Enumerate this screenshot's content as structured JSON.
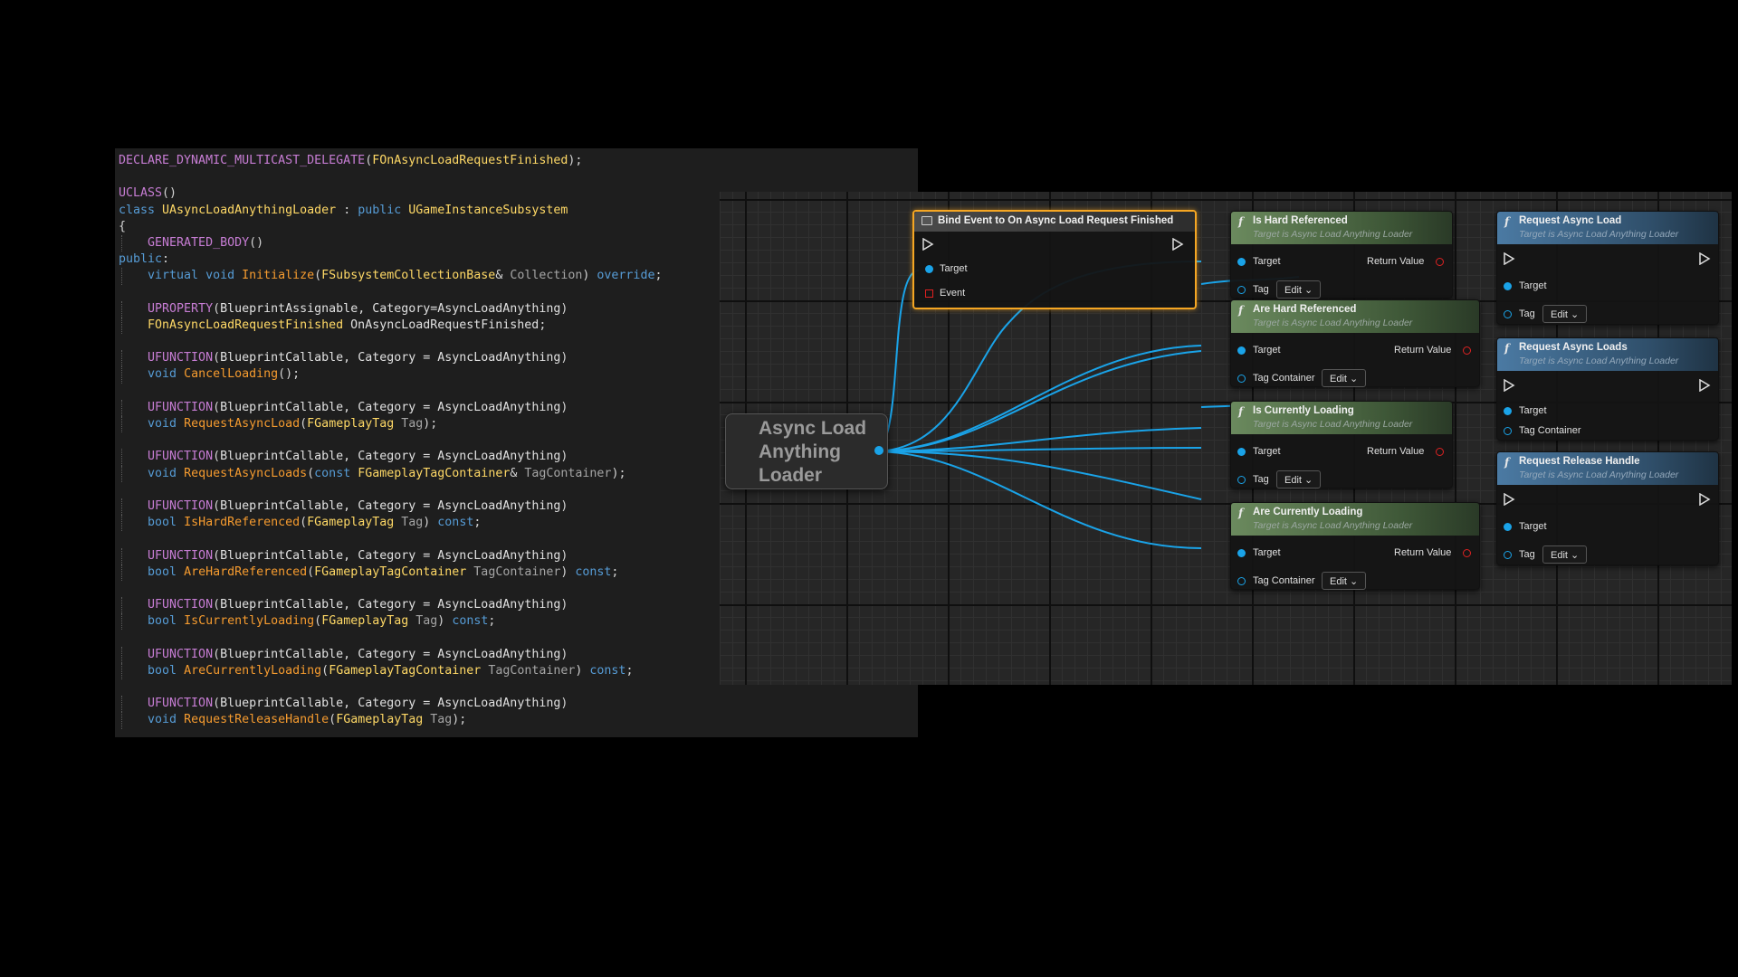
{
  "code": {
    "lines": [
      [
        {
          "t": "DECLARE_DYNAMIC_MULTICAST_DELEGATE",
          "c": "macro"
        },
        {
          "t": "(",
          "c": "punc"
        },
        {
          "t": "FOnAsyncLoadRequestFinished",
          "c": "type"
        },
        {
          "t": ");",
          "c": "punc"
        }
      ],
      [],
      [
        {
          "t": "UCLASS",
          "c": "macro"
        },
        {
          "t": "()",
          "c": "punc"
        }
      ],
      [
        {
          "t": "class ",
          "c": "kw"
        },
        {
          "t": "UAsyncLoadAnythingLoader",
          "c": "type"
        },
        {
          "t": " : ",
          "c": "punc"
        },
        {
          "t": "public ",
          "c": "kw"
        },
        {
          "t": "UGameInstanceSubsystem",
          "c": "type"
        }
      ],
      [
        {
          "t": "{",
          "c": "punc"
        }
      ],
      [
        {
          "t": "    GENERATED_BODY",
          "c": "macro"
        },
        {
          "t": "()",
          "c": "punc"
        }
      ],
      [
        {
          "t": "public",
          "c": "kw"
        },
        {
          "t": ":",
          "c": "punc"
        }
      ],
      [
        {
          "t": "    virtual void ",
          "c": "kw"
        },
        {
          "t": "Initialize",
          "c": "fn"
        },
        {
          "t": "(",
          "c": "punc"
        },
        {
          "t": "FSubsystemCollectionBase",
          "c": "type"
        },
        {
          "t": "& ",
          "c": "punc"
        },
        {
          "t": "Collection",
          "c": "param"
        },
        {
          "t": ") ",
          "c": "punc"
        },
        {
          "t": "override",
          "c": "kw"
        },
        {
          "t": ";",
          "c": "punc"
        }
      ],
      [],
      [
        {
          "t": "    UPROPERTY",
          "c": "macro"
        },
        {
          "t": "(",
          "c": "punc"
        },
        {
          "t": "BlueprintAssignable, Category=AsyncLoadAnything",
          "c": "arg"
        },
        {
          "t": ")",
          "c": "punc"
        }
      ],
      [
        {
          "t": "    FOnAsyncLoadRequestFinished",
          "c": "type"
        },
        {
          "t": " OnAsyncLoadRequestFinished",
          "c": "arg"
        },
        {
          "t": ";",
          "c": "punc"
        }
      ],
      [],
      [
        {
          "t": "    UFUNCTION",
          "c": "macro"
        },
        {
          "t": "(",
          "c": "punc"
        },
        {
          "t": "BlueprintCallable, Category = AsyncLoadAnything",
          "c": "arg"
        },
        {
          "t": ")",
          "c": "punc"
        }
      ],
      [
        {
          "t": "    void ",
          "c": "kw"
        },
        {
          "t": "CancelLoading",
          "c": "fn"
        },
        {
          "t": "();",
          "c": "punc"
        }
      ],
      [],
      [
        {
          "t": "    UFUNCTION",
          "c": "macro"
        },
        {
          "t": "(",
          "c": "punc"
        },
        {
          "t": "BlueprintCallable, Category = AsyncLoadAnything",
          "c": "arg"
        },
        {
          "t": ")",
          "c": "punc"
        }
      ],
      [
        {
          "t": "    void ",
          "c": "kw"
        },
        {
          "t": "RequestAsyncLoad",
          "c": "fn"
        },
        {
          "t": "(",
          "c": "punc"
        },
        {
          "t": "FGameplayTag",
          "c": "type"
        },
        {
          "t": " Tag",
          "c": "param"
        },
        {
          "t": ");",
          "c": "punc"
        }
      ],
      [],
      [
        {
          "t": "    UFUNCTION",
          "c": "macro"
        },
        {
          "t": "(",
          "c": "punc"
        },
        {
          "t": "BlueprintCallable, Category = AsyncLoadAnything",
          "c": "arg"
        },
        {
          "t": ")",
          "c": "punc"
        }
      ],
      [
        {
          "t": "    void ",
          "c": "kw"
        },
        {
          "t": "RequestAsyncLoads",
          "c": "fn"
        },
        {
          "t": "(",
          "c": "punc"
        },
        {
          "t": "const ",
          "c": "kw"
        },
        {
          "t": "FGameplayTagContainer",
          "c": "type"
        },
        {
          "t": "& ",
          "c": "punc"
        },
        {
          "t": "TagContainer",
          "c": "param"
        },
        {
          "t": ");",
          "c": "punc"
        }
      ],
      [],
      [
        {
          "t": "    UFUNCTION",
          "c": "macro"
        },
        {
          "t": "(",
          "c": "punc"
        },
        {
          "t": "BlueprintCallable, Category = AsyncLoadAnything",
          "c": "arg"
        },
        {
          "t": ")",
          "c": "punc"
        }
      ],
      [
        {
          "t": "    bool ",
          "c": "kw"
        },
        {
          "t": "IsHardReferenced",
          "c": "fn"
        },
        {
          "t": "(",
          "c": "punc"
        },
        {
          "t": "FGameplayTag",
          "c": "type"
        },
        {
          "t": " Tag",
          "c": "param"
        },
        {
          "t": ") ",
          "c": "punc"
        },
        {
          "t": "const",
          "c": "kw"
        },
        {
          "t": ";",
          "c": "punc"
        }
      ],
      [],
      [
        {
          "t": "    UFUNCTION",
          "c": "macro"
        },
        {
          "t": "(",
          "c": "punc"
        },
        {
          "t": "BlueprintCallable, Category = AsyncLoadAnything",
          "c": "arg"
        },
        {
          "t": ")",
          "c": "punc"
        }
      ],
      [
        {
          "t": "    bool ",
          "c": "kw"
        },
        {
          "t": "AreHardReferenced",
          "c": "fn"
        },
        {
          "t": "(",
          "c": "punc"
        },
        {
          "t": "FGameplayTagContainer",
          "c": "type"
        },
        {
          "t": " TagContainer",
          "c": "param"
        },
        {
          "t": ") ",
          "c": "punc"
        },
        {
          "t": "const",
          "c": "kw"
        },
        {
          "t": ";",
          "c": "punc"
        }
      ],
      [],
      [
        {
          "t": "    UFUNCTION",
          "c": "macro"
        },
        {
          "t": "(",
          "c": "punc"
        },
        {
          "t": "BlueprintCallable, Category = AsyncLoadAnything",
          "c": "arg"
        },
        {
          "t": ")",
          "c": "punc"
        }
      ],
      [
        {
          "t": "    bool ",
          "c": "kw"
        },
        {
          "t": "IsCurrentlyLoading",
          "c": "fn"
        },
        {
          "t": "(",
          "c": "punc"
        },
        {
          "t": "FGameplayTag",
          "c": "type"
        },
        {
          "t": " Tag",
          "c": "param"
        },
        {
          "t": ") ",
          "c": "punc"
        },
        {
          "t": "const",
          "c": "kw"
        },
        {
          "t": ";",
          "c": "punc"
        }
      ],
      [],
      [
        {
          "t": "    UFUNCTION",
          "c": "macro"
        },
        {
          "t": "(",
          "c": "punc"
        },
        {
          "t": "BlueprintCallable, Category = AsyncLoadAnything",
          "c": "arg"
        },
        {
          "t": ")",
          "c": "punc"
        }
      ],
      [
        {
          "t": "    bool ",
          "c": "kw"
        },
        {
          "t": "AreCurrentlyLoading",
          "c": "fn"
        },
        {
          "t": "(",
          "c": "punc"
        },
        {
          "t": "FGameplayTagContainer",
          "c": "type"
        },
        {
          "t": " TagContainer",
          "c": "param"
        },
        {
          "t": ") ",
          "c": "punc"
        },
        {
          "t": "const",
          "c": "kw"
        },
        {
          "t": ";",
          "c": "punc"
        }
      ],
      [],
      [
        {
          "t": "    UFUNCTION",
          "c": "macro"
        },
        {
          "t": "(",
          "c": "punc"
        },
        {
          "t": "BlueprintCallable, Category = AsyncLoadAnything",
          "c": "arg"
        },
        {
          "t": ")",
          "c": "punc"
        }
      ],
      [
        {
          "t": "    void ",
          "c": "kw"
        },
        {
          "t": "RequestReleaseHandle",
          "c": "fn"
        },
        {
          "t": "(",
          "c": "punc"
        },
        {
          "t": "FGameplayTag",
          "c": "type"
        },
        {
          "t": " Tag",
          "c": "param"
        },
        {
          "t": ");",
          "c": "punc"
        }
      ]
    ],
    "colors": {
      "macro": "#c77dd4",
      "kw": "#569cd6",
      "type": "#ffd966",
      "fn": "#f59b2f",
      "param": "#a5a5a5",
      "arg": "#e0e0e0"
    }
  },
  "graph": {
    "loader": {
      "title_line1": "Async Load",
      "title_line2": "Anything",
      "title_line3": "Loader"
    },
    "bind": {
      "title": "Bind Event to On Async Load Request Finished",
      "target": "Target",
      "event": "Event"
    },
    "common": {
      "subtitle": "Target is Async Load Anything Loader",
      "target": "Target",
      "tag": "Tag",
      "tag_container": "Tag Container",
      "return_value": "Return Value",
      "edit": "Edit"
    },
    "is_hard_referenced": {
      "title": "Is Hard Referenced"
    },
    "are_hard_referenced": {
      "title": "Are Hard Referenced"
    },
    "is_currently_loading": {
      "title": "Is Currently Loading"
    },
    "are_currently_loading": {
      "title": "Are Currently Loading"
    },
    "request_async_load": {
      "title": "Request Async Load"
    },
    "request_async_loads": {
      "title": "Request Async Loads"
    },
    "request_release_handle": {
      "title": "Request Release Handle"
    }
  }
}
